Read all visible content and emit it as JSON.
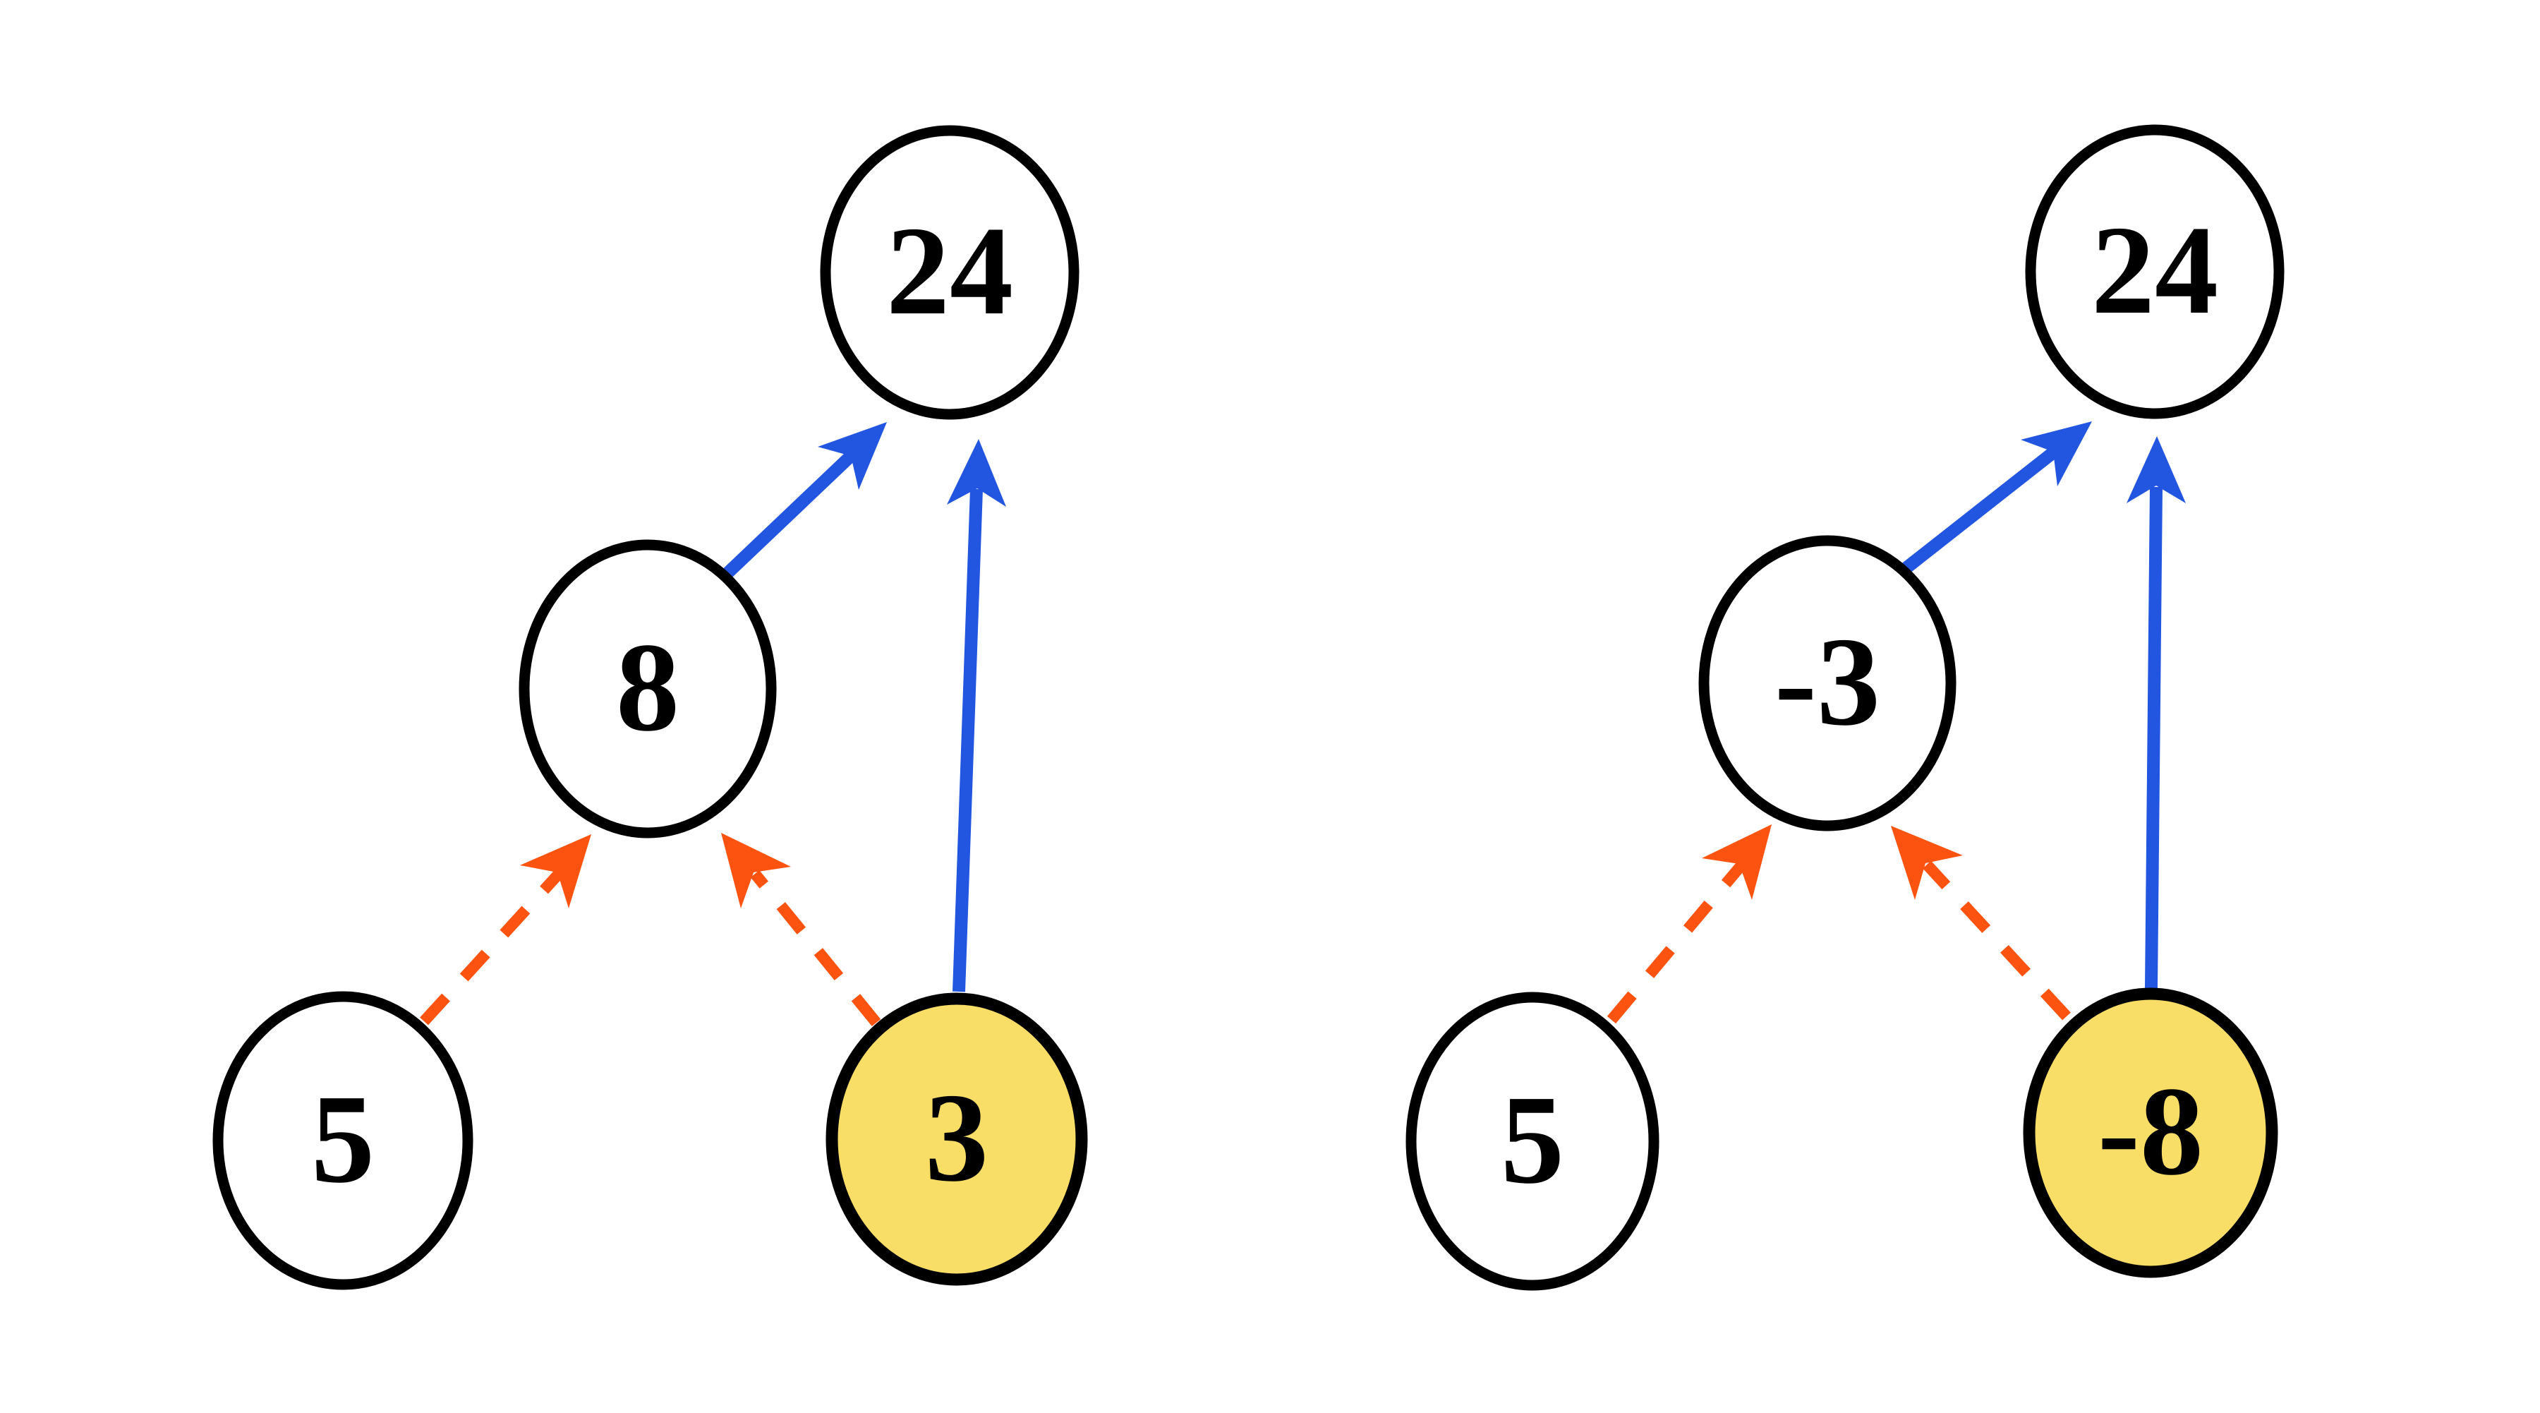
{
  "figure": {
    "background": "#ffffff",
    "colors": {
      "node_stroke": "#000000",
      "node_fill": "#ffffff",
      "highlight_fill": "#f8dd67",
      "solid_edge": "#2255e0",
      "dashed_edge": "#fc5310",
      "label_text": "#000000"
    },
    "diagrams": [
      {
        "name": "left",
        "nodes": [
          {
            "id": "top",
            "label": "24",
            "highlighted": false
          },
          {
            "id": "middle",
            "label": "8",
            "highlighted": false
          },
          {
            "id": "bottom-left",
            "label": "5",
            "highlighted": false
          },
          {
            "id": "bottom-right",
            "label": "3",
            "highlighted": true
          }
        ],
        "edges": [
          {
            "from": "5",
            "to": "8",
            "style": "dashed-orange"
          },
          {
            "from": "3",
            "to": "8",
            "style": "dashed-orange"
          },
          {
            "from": "8",
            "to": "24",
            "style": "solid-blue"
          },
          {
            "from": "3",
            "to": "24",
            "style": "solid-blue"
          }
        ]
      },
      {
        "name": "right",
        "nodes": [
          {
            "id": "top",
            "label": "24",
            "highlighted": false
          },
          {
            "id": "middle",
            "label": "-3",
            "highlighted": false
          },
          {
            "id": "bottom-left",
            "label": "5",
            "highlighted": false
          },
          {
            "id": "bottom-right",
            "label": "-8",
            "highlighted": true
          }
        ],
        "edges": [
          {
            "from": "5",
            "to": "-3",
            "style": "dashed-orange"
          },
          {
            "from": "-8",
            "to": "-3",
            "style": "dashed-orange"
          },
          {
            "from": "-3",
            "to": "24",
            "style": "solid-blue"
          },
          {
            "from": "-8",
            "to": "24",
            "style": "solid-blue"
          }
        ]
      }
    ]
  }
}
